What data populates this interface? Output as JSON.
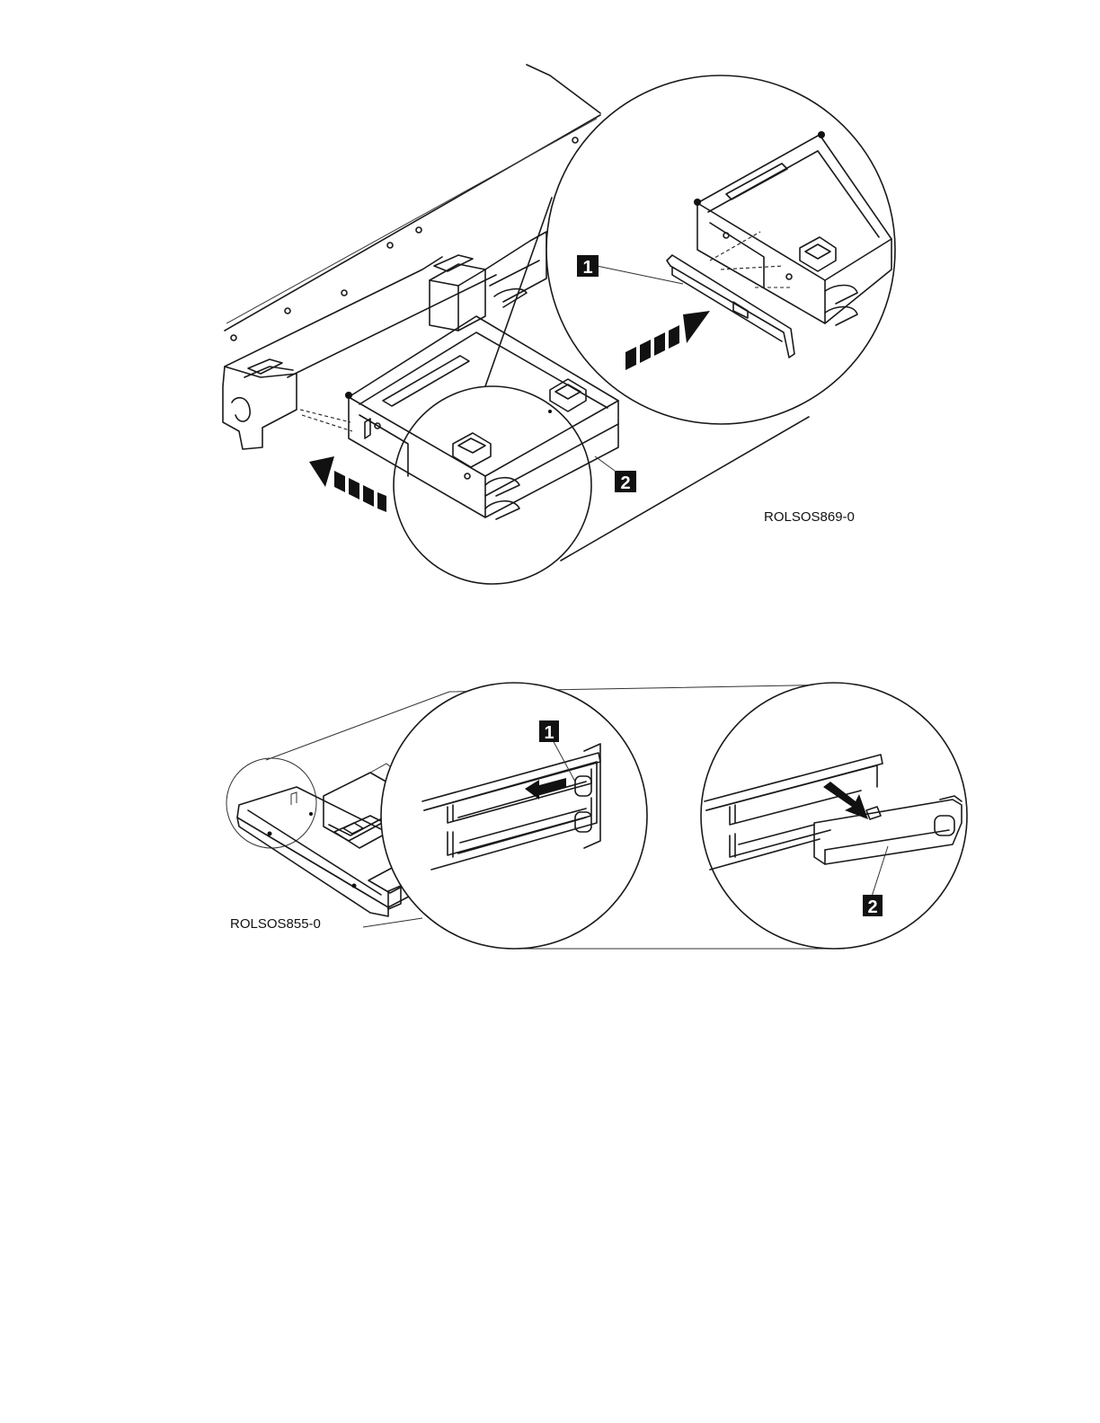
{
  "figure_1": {
    "id_label": "ROLSOS869-0",
    "callouts": [
      "1",
      "2"
    ]
  },
  "figure_2": {
    "id_label": "ROLSOS855-0",
    "callouts": [
      "1",
      "2"
    ]
  }
}
